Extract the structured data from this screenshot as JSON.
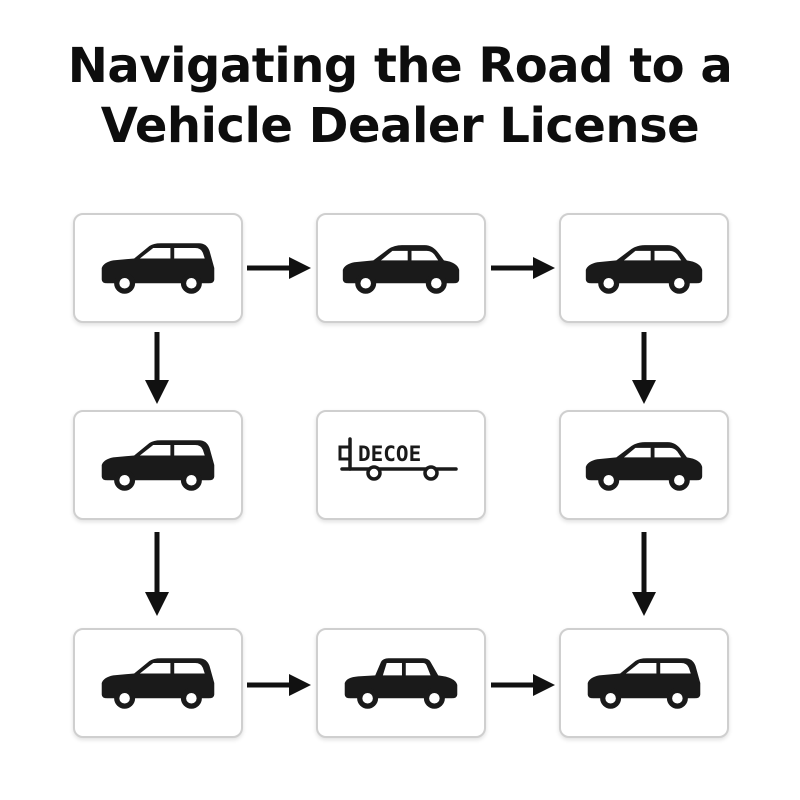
{
  "diagram": {
    "title_line1": "Navigating the Road to a",
    "title_line2": "Vehicle Dealer License",
    "boxes": [
      {
        "id": "r1c1",
        "icon": "hatchback-car-icon"
      },
      {
        "id": "r1c2",
        "icon": "sedan-car-icon"
      },
      {
        "id": "r1c3",
        "icon": "sedan-car-icon"
      },
      {
        "id": "r2c1",
        "icon": "hatchback-car-icon"
      },
      {
        "id": "r2c2",
        "icon": "bus-icon",
        "label": "DECOE"
      },
      {
        "id": "r2c3",
        "icon": "sedan-car-icon"
      },
      {
        "id": "r3c1",
        "icon": "hatchback-car-icon"
      },
      {
        "id": "r3c2",
        "icon": "compact-car-icon"
      },
      {
        "id": "r3c3",
        "icon": "hatchback-car-icon"
      }
    ],
    "colors": {
      "icon": "#1a1a1a",
      "border": "#cfcfcf",
      "arrow": "#111111"
    }
  }
}
